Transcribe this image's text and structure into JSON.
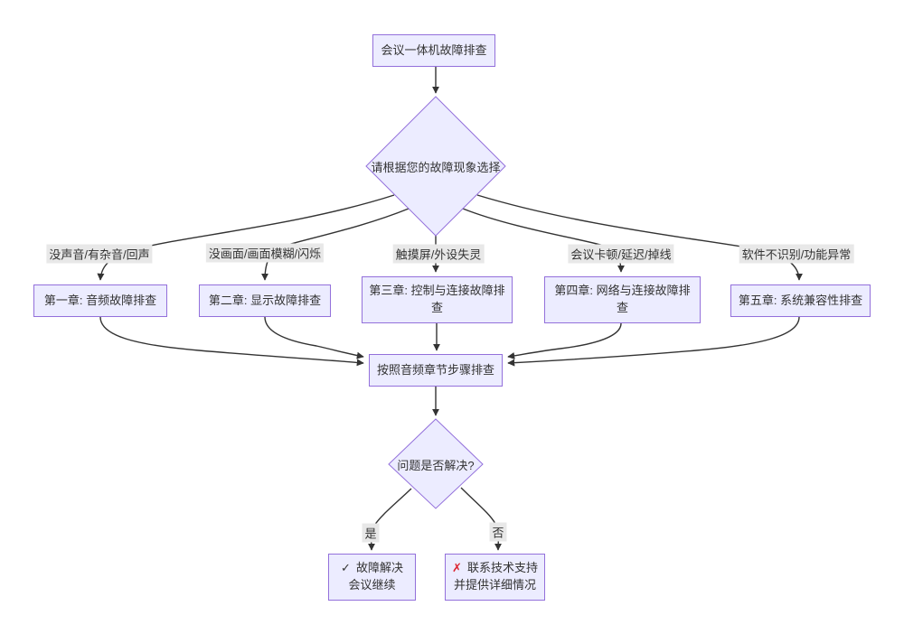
{
  "diagram": {
    "title_node": "会议一体机故障排查",
    "nodes": {
      "start": "会议一体机故障排查",
      "decision1": "请根据您的故障现象选择",
      "ch1": "第一章: 音频故障排查",
      "ch2": "第二章: 显示故障排查",
      "ch3": "第三章: 控制与连接故障排查",
      "ch4": "第四章: 网络与连接故障排查",
      "ch5": "第五章: 系统兼容性排查",
      "follow": "按照音频章节步骤排查",
      "decision2": "问题是否解决?",
      "yes_icon": "✓",
      "yes_line1": "故障解决",
      "yes_line2": "会议继续",
      "no_icon": "✗",
      "no_line1": "联系技术支持",
      "no_line2": "并提供详细情况"
    },
    "edge_labels": {
      "audio": "没声音/有杂音/回声",
      "display": "没画面/画面模糊/闪烁",
      "touch": "触摸屏/外设失灵",
      "network": "会议卡顿/延迟/掉线",
      "software": "软件不识别/功能异常",
      "yes": "是",
      "no": "否"
    },
    "colors": {
      "node_fill": "#ECECFF",
      "node_border": "#9370DB",
      "edge_color": "#333333",
      "label_bg": "#e8e8e8",
      "text_color": "#333333",
      "check": "#333333",
      "cross": "#dc2430"
    }
  }
}
